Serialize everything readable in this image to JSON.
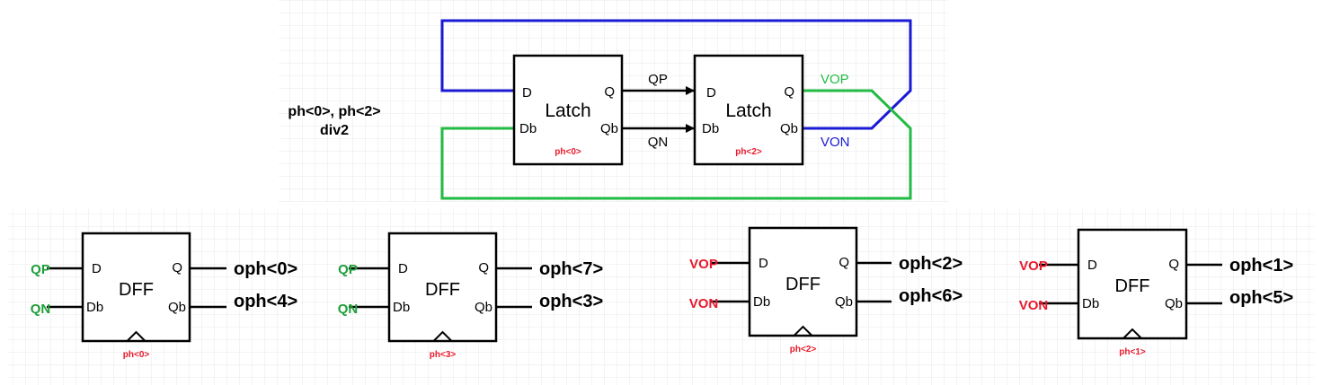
{
  "colors": {
    "black": "#000000",
    "wire_blue": "#1a1ad6",
    "wire_green": "#22bb44",
    "label_green": "#1e9e3a",
    "label_red": "#e8192c",
    "grid": "#e6e6e6"
  },
  "divider": {
    "title_line1": "ph<0>, ph<2>",
    "title_line2": "div2",
    "latch1": {
      "name": "Latch",
      "d": "D",
      "db": "Db",
      "q": "Q",
      "qb": "Qb",
      "clk": "ph<0>"
    },
    "latch2": {
      "name": "Latch",
      "d": "D",
      "db": "Db",
      "q": "Q",
      "qb": "Qb",
      "clk": "ph<2>"
    },
    "wire_qp": "QP",
    "wire_qn": "QN",
    "out_vop": "VOP",
    "out_von": "VON"
  },
  "dffs": [
    {
      "name": "DFF",
      "d": "D",
      "db": "Db",
      "q": "Q",
      "qb": "Qb",
      "in_d": "QP",
      "in_db": "QN",
      "out_q": "oph<0>",
      "out_qb": "oph<4>",
      "clk": "ph<0>"
    },
    {
      "name": "DFF",
      "d": "D",
      "db": "Db",
      "q": "Q",
      "qb": "Qb",
      "in_d": "QP",
      "in_db": "QN",
      "out_q": "oph<7>",
      "out_qb": "oph<3>",
      "clk": "ph<3>"
    },
    {
      "name": "DFF",
      "d": "D",
      "db": "Db",
      "q": "Q",
      "qb": "Qb",
      "in_d": "VOP",
      "in_db": "VON",
      "out_q": "oph<2>",
      "out_qb": "oph<6>",
      "clk": "ph<2>"
    },
    {
      "name": "DFF",
      "d": "D",
      "db": "Db",
      "q": "Q",
      "qb": "Qb",
      "in_d": "VOP",
      "in_db": "VON",
      "out_q": "oph<1>",
      "out_qb": "oph<5>",
      "clk": "ph<1>"
    }
  ]
}
